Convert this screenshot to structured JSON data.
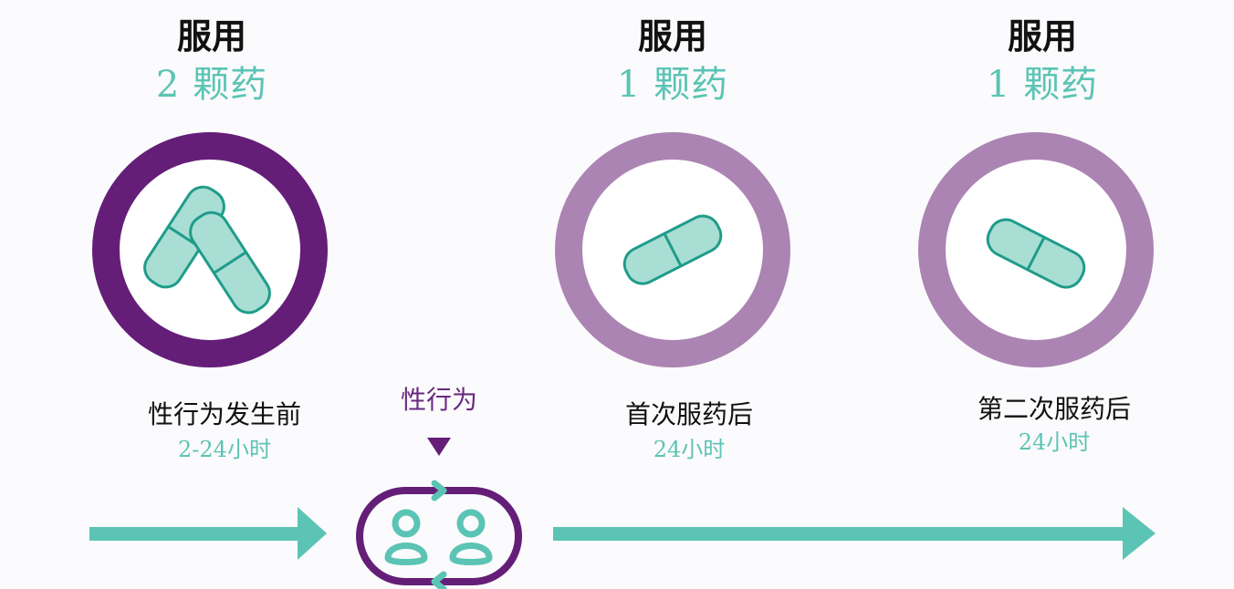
{
  "colors": {
    "dark_purple": "#641e78",
    "light_purple": "#ab84b3",
    "teal": "#5bc4b4",
    "pill_fill": "#a9ded5",
    "pill_stroke": "#1f9c8a",
    "text": "#111111"
  },
  "steps": [
    {
      "title": "服用",
      "dose": "2 颗药",
      "pill_count": 2,
      "ring_color": "dark-purple",
      "label": "性行为发生前",
      "time": "2-24小时"
    },
    {
      "title": "服用",
      "dose": "1 颗药",
      "pill_count": 1,
      "ring_color": "light-purple",
      "label": "首次服药后",
      "time": "24小时"
    },
    {
      "title": "服用",
      "dose": "1 颗药",
      "pill_count": 1,
      "ring_color": "light-purple",
      "label": "第二次服药后",
      "time": "24小时"
    }
  ],
  "event": {
    "label": "性行为",
    "marker": "▼",
    "icon": "two-people-cycle-icon"
  }
}
